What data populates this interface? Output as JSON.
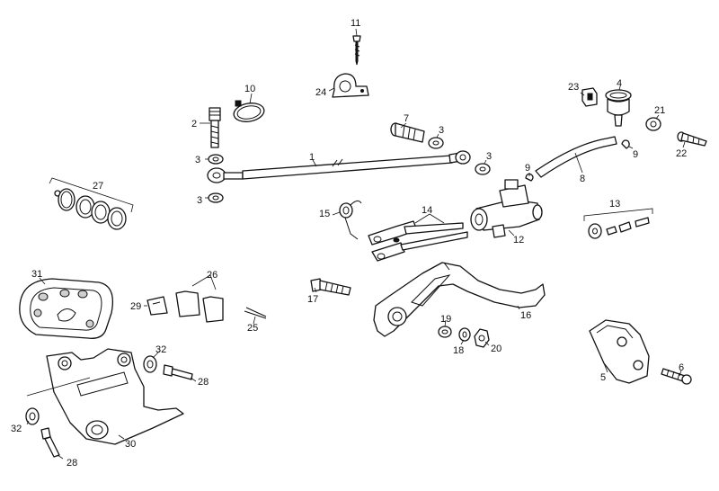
{
  "diagram": {
    "callouts": [
      "1",
      "2",
      "3",
      "3",
      "3",
      "3",
      "4",
      "5",
      "6",
      "7",
      "8",
      "9",
      "9",
      "10",
      "11",
      "12",
      "13",
      "14",
      "15",
      "16",
      "17",
      "18",
      "19",
      "20",
      "21",
      "22",
      "23",
      "24",
      "25",
      "26",
      "27",
      "28",
      "28",
      "29",
      "30",
      "31",
      "32",
      "32"
    ]
  }
}
